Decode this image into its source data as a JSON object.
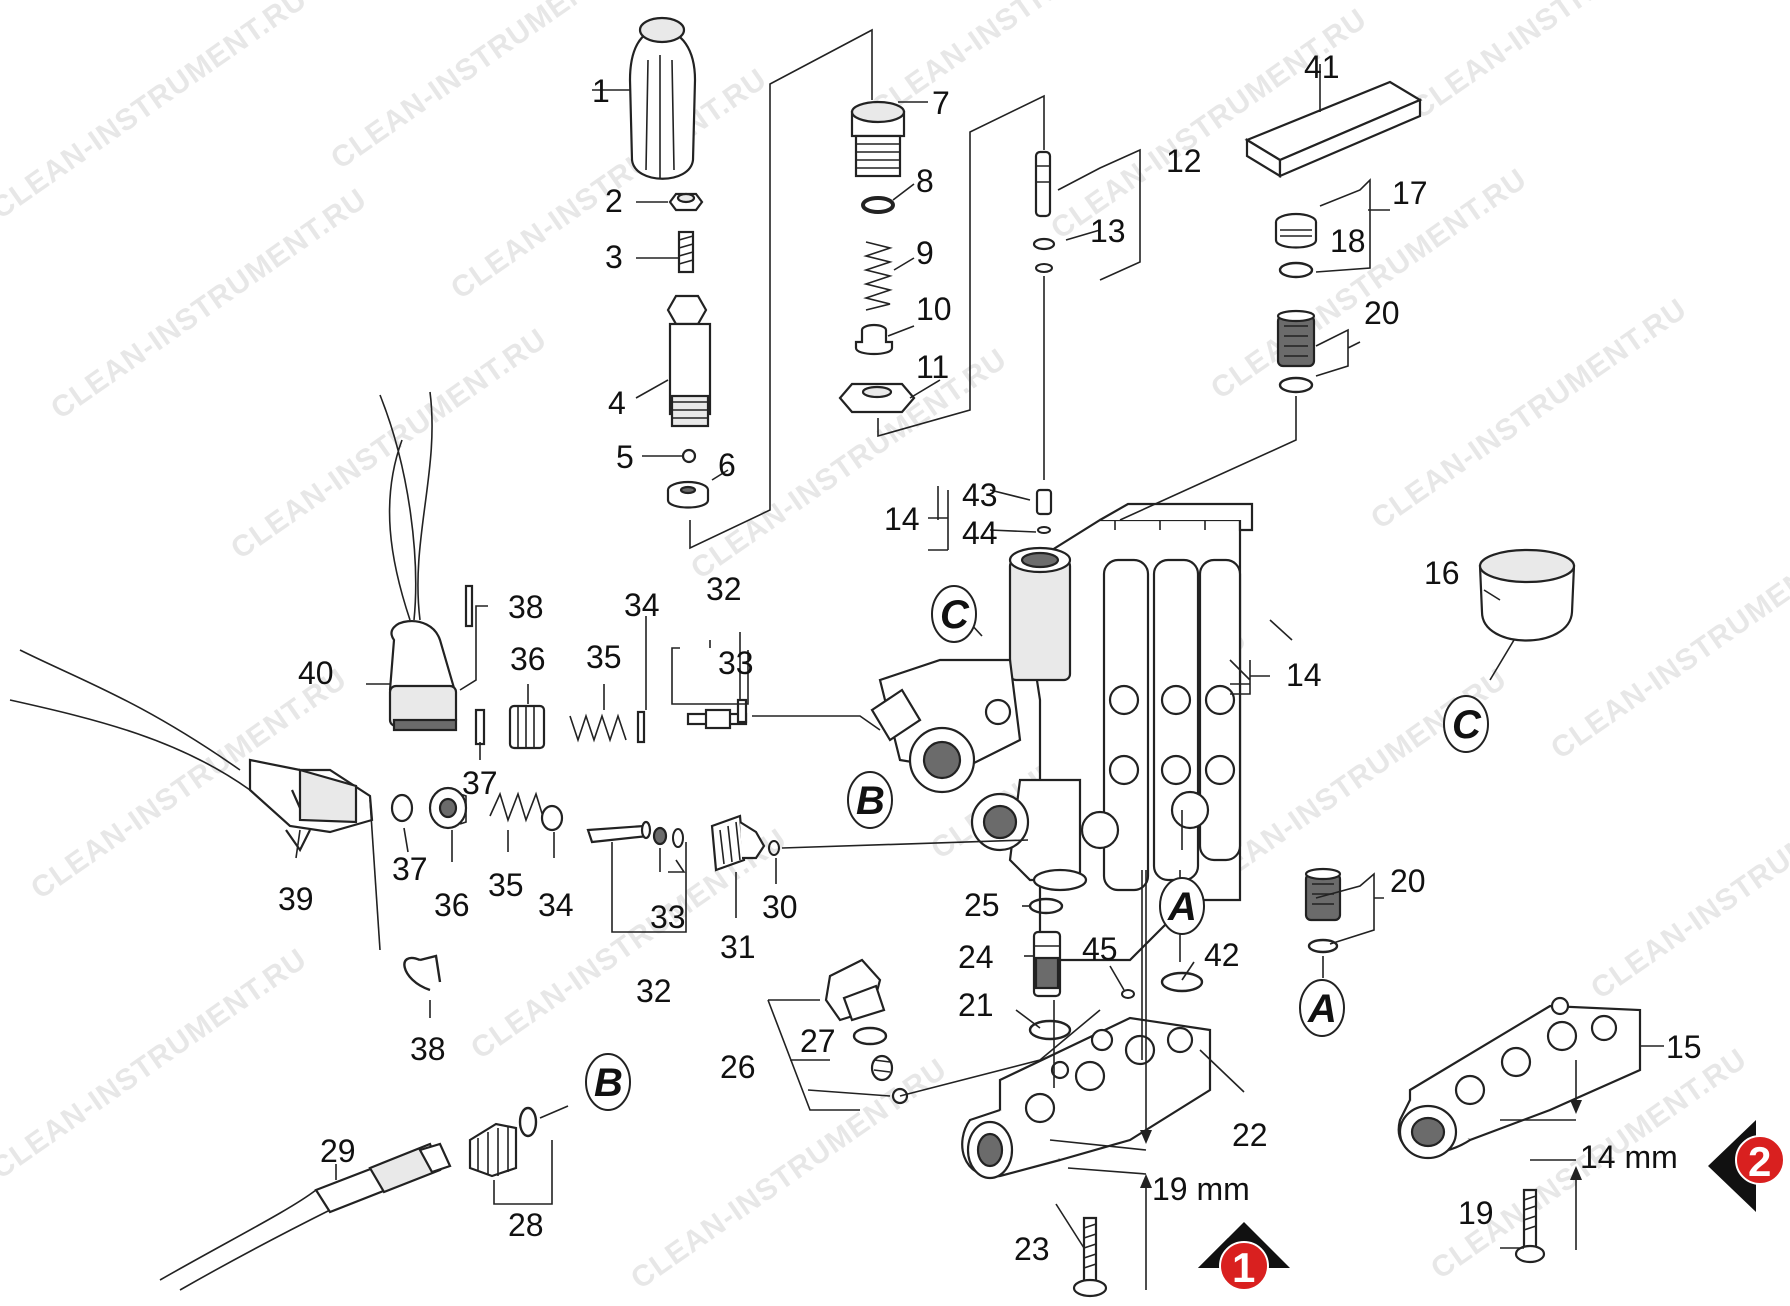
{
  "watermark": "CLEAN-INSTRUMENT.RU",
  "callouts": {
    "c1": "1",
    "c2": "2",
    "c3": "3",
    "c4": "4",
    "c5": "5",
    "c6": "6",
    "c7": "7",
    "c8": "8",
    "c9": "9",
    "c10": "10",
    "c11": "11",
    "c12": "12",
    "c13": "13",
    "c14a": "14",
    "c14b": "14",
    "c15": "15",
    "c16": "16",
    "c17": "17",
    "c18": "18",
    "c19": "19",
    "c20a": "20",
    "c20b": "20",
    "c21": "21",
    "c22": "22",
    "c23": "23",
    "c24": "24",
    "c25": "25",
    "c26": "26",
    "c27": "27",
    "c28": "28",
    "c29": "29",
    "c30": "30",
    "c31": "31",
    "c32a": "32",
    "c32b": "32",
    "c33a": "33",
    "c33b": "33",
    "c34a": "34",
    "c34b": "34",
    "c35a": "35",
    "c35b": "35",
    "c36a": "36",
    "c36b": "36",
    "c37a": "37",
    "c37b": "37",
    "c38a": "38",
    "c38b": "38",
    "c39": "39",
    "c40": "40",
    "c41": "41",
    "c42": "42",
    "c43": "43",
    "c44": "44",
    "c45": "45"
  },
  "references": {
    "a1": "A",
    "a2": "A",
    "b1": "B",
    "b2": "B",
    "c1": "C",
    "c2": "C"
  },
  "dimensions": {
    "d19": "19 mm",
    "d14": "14 mm"
  },
  "steps": {
    "s1": "1",
    "s2": "2"
  },
  "colors": {
    "step_badge": "#d9201f",
    "ink": "#222222"
  }
}
